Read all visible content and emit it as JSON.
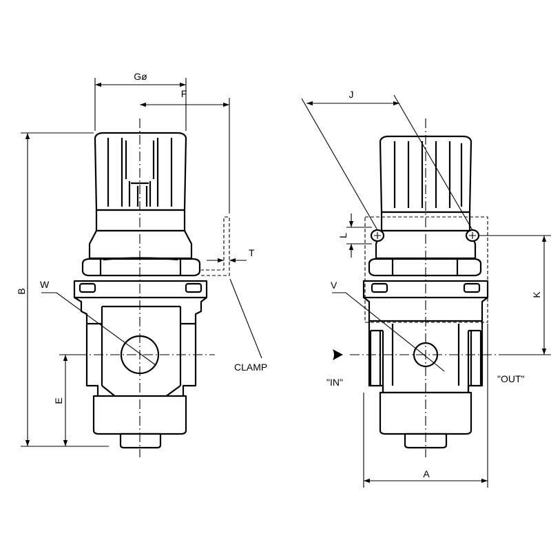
{
  "labels": {
    "g_dia": "Gø",
    "f": "F",
    "b": "B",
    "w": "W",
    "t": "T",
    "clamp": "CLAMP",
    "e": "E",
    "j": "J",
    "l": "L",
    "k": "K",
    "v": "V",
    "in": "\"IN\"",
    "out": "\"OUT\"",
    "a": "A"
  }
}
